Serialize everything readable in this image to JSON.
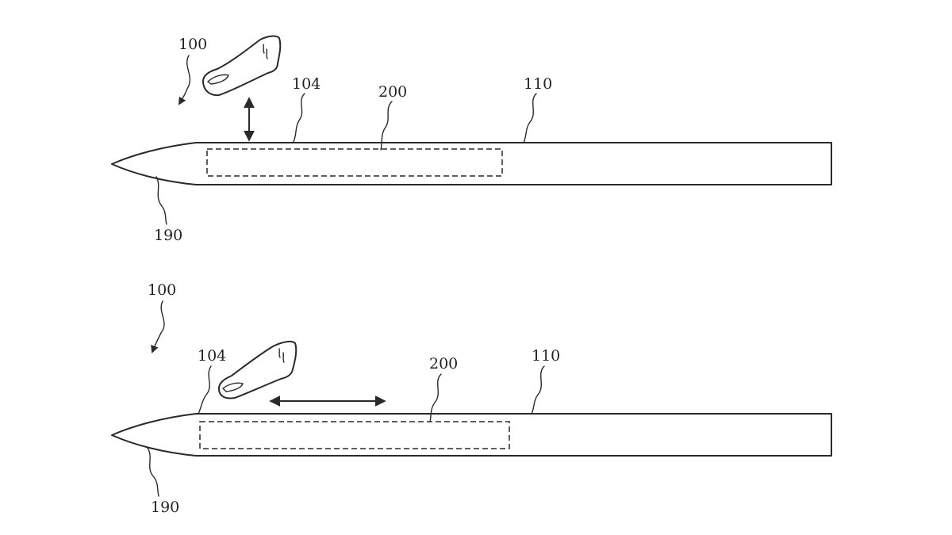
{
  "figures": [
    {
      "id": "touch-gesture",
      "labels": {
        "device": "100",
        "surface": "104",
        "sensor": "200",
        "housing": "110",
        "tip": "190"
      }
    },
    {
      "id": "slide-gesture",
      "labels": {
        "device": "100",
        "surface": "104",
        "sensor": "200",
        "housing": "110",
        "tip": "190"
      }
    }
  ],
  "colors": {
    "line": "#2a2a2a",
    "background": "#ffffff"
  },
  "icons": {
    "finger": "finger-icon",
    "double_arrow": "double-arrow-icon"
  }
}
